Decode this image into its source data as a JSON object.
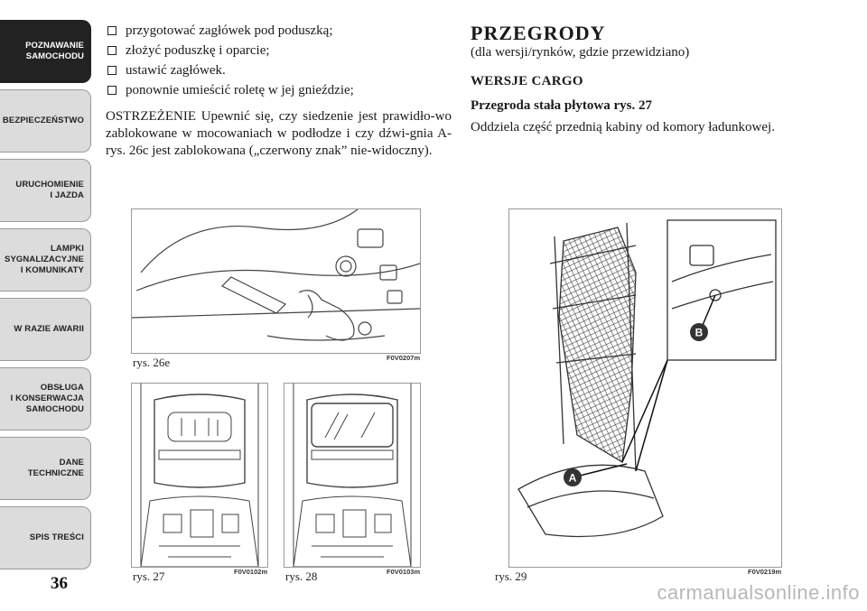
{
  "sidebar": {
    "tabs": [
      {
        "label": "POZNAWANIE\nSAMOCHODU",
        "active": true
      },
      {
        "label": "BEZPIECZEŃSTWO",
        "active": false
      },
      {
        "label": "URUCHOMIENIE\nI JAZDA",
        "active": false
      },
      {
        "label": "LAMPKI\nSYGNALIZACYJNE\nI KOMUNIKATY",
        "active": false
      },
      {
        "label": "W RAZIE AWARII",
        "active": false
      },
      {
        "label": "OBSŁUGA\nI KONSERWACJA\nSAMOCHODU",
        "active": false
      },
      {
        "label": "DANE\nTECHNICZNE",
        "active": false
      },
      {
        "label": "SPIS TREŚCI",
        "active": false
      }
    ],
    "page_number": "36"
  },
  "left_column": {
    "bullets": [
      "przygotować zagłówek pod poduszką;",
      "złożyć poduszkę i oparcie;",
      "ustawić zagłówek.",
      "ponownie umieścić roletę w jej gnieździe;"
    ],
    "warning": "OSTRZEŻENIE Upewnić się, czy siedzenie jest prawidło-wo zablokowane w mocowaniach w podłodze i czy dźwi-gnia A-rys. 26c jest zablokowana („czerwony znak” nie-widoczny)."
  },
  "right_column": {
    "title": "PRZEGRODY",
    "subtitle": "(dla wersji/rynków, gdzie przewidziano)",
    "section": "WERSJE CARGO",
    "subsection": "Przegroda stała płytowa rys. 27",
    "body": "Oddziela część przednią kabiny od komory ładunkowej."
  },
  "figures": {
    "fig26e": {
      "label": "rys. 26e",
      "code": "F0V0207m"
    },
    "fig27": {
      "label": "rys. 27",
      "code": "F0V0102m"
    },
    "fig28": {
      "label": "rys. 28",
      "code": "F0V0103m"
    },
    "fig29": {
      "label": "rys. 29",
      "code": "F0V0219m",
      "marker_a": "A",
      "marker_b": "B"
    }
  },
  "watermark": "carmanualsonline.info"
}
